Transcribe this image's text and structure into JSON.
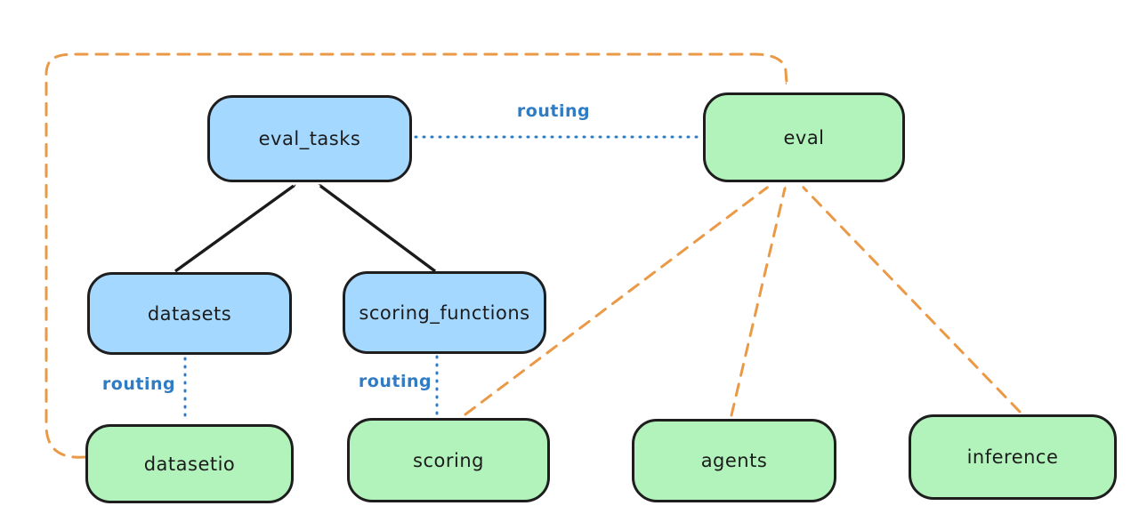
{
  "diagram": {
    "title": "",
    "colors": {
      "background": "#ffffff",
      "node_stroke": "#1e1e1e",
      "blue_fill": "#a5d8ff",
      "green_fill": "#b2f2bb",
      "routing_blue": "#2f7cc4",
      "provider_orange": "#ea9a47",
      "arrow_black": "#1b1b1b"
    },
    "nodes": [
      {
        "id": "eval_tasks",
        "label": "eval_tasks",
        "kind": "blue"
      },
      {
        "id": "eval",
        "label": "eval",
        "kind": "green"
      },
      {
        "id": "datasets",
        "label": "datasets",
        "kind": "blue"
      },
      {
        "id": "scoring_functions",
        "label": "scoring_functions",
        "kind": "blue"
      },
      {
        "id": "datasetio",
        "label": "datasetio",
        "kind": "green"
      },
      {
        "id": "scoring",
        "label": "scoring",
        "kind": "green"
      },
      {
        "id": "agents",
        "label": "agents",
        "kind": "green"
      },
      {
        "id": "inference",
        "label": "inference",
        "kind": "green"
      }
    ],
    "edges": [
      {
        "from": "datasets",
        "to": "eval_tasks",
        "style": "solid-black-arrow",
        "label": ""
      },
      {
        "from": "scoring_functions",
        "to": "eval_tasks",
        "style": "solid-black-arrow",
        "label": ""
      },
      {
        "from": "eval_tasks",
        "to": "eval",
        "style": "blue-dotted",
        "label": "routing"
      },
      {
        "from": "datasets",
        "to": "datasetio",
        "style": "blue-dotted",
        "label": "routing"
      },
      {
        "from": "scoring_functions",
        "to": "scoring",
        "style": "blue-dotted",
        "label": "routing"
      },
      {
        "from": "datasetio",
        "to": "eval",
        "style": "orange-dashed-arrow",
        "label": ""
      },
      {
        "from": "scoring",
        "to": "eval",
        "style": "orange-dashed-arrow",
        "label": ""
      },
      {
        "from": "agents",
        "to": "eval",
        "style": "orange-dashed-arrow",
        "label": ""
      },
      {
        "from": "inference",
        "to": "eval",
        "style": "orange-dashed-arrow",
        "label": ""
      }
    ]
  }
}
